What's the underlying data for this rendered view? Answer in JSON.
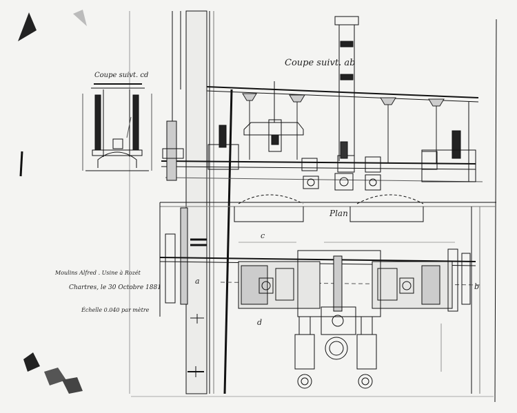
{
  "titles": {
    "section_ab": "Coupe suivt. ab",
    "section_cd": "Coupe suivt. cd",
    "plan": "Plan"
  },
  "notes": {
    "line1": "Moulins Alfred . Usine à Rozét",
    "line2": "Chartres, le 30 Octobre 1881",
    "line3": "Échelle 0.040 par mètre"
  },
  "letters": {
    "a": "a",
    "b": "b",
    "c": "c",
    "d": "d"
  },
  "colors": {
    "paper": "#f4f4f2",
    "ink": "#111111",
    "shade": "#6a6a6a"
  }
}
